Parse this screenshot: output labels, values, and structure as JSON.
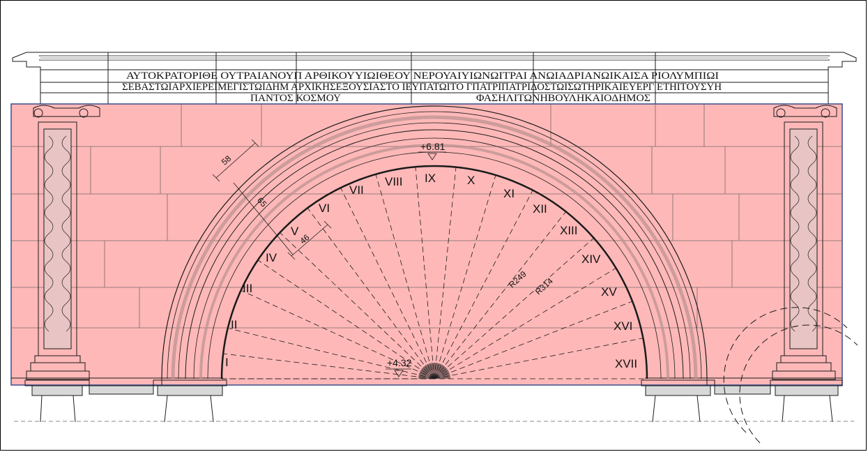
{
  "inscription": {
    "line1": "ΑΥΤΟΚΡΑΤΟΡΙΘΕ ΟΥΤΡΑΙΑΝΟΥΠ ΑΡΘΙΚΟΥΥΙΩΙΘΕΟΥ ΝΕΡΟΥΑΙΥΙΩΝΩΙΤΡΑΙ ΑΝΩΙΑΔΡΙΑΝΩΙΚΑΙΣΑ ΡΙΟΛΥΜΠΙΩΙ",
    "line2": "ΣΕΒΑΣΤΩΙΑΡΧΙΕΡΕΙΜΕΓΙΣΤΩΙΔΗΜ ΑΡΧΙΚΗΣΕΞΟΥΣΙΑΣΤΟ ΙΕΥΠΑΤΩΙΤΟ ΓΠΑΤΡΙΠΑΤΡΙΔΟΣΤΩΙΣΩΤΗΡΙΚΑΙΕΥΕΡΓ ΕΤΗΙΤΟΥΣΥΗ",
    "line3a": "ΠΑΝΤΟΣ ΚΟΣΜΟΥ",
    "line3b": "ΦΑΣΗΛΙΤΩΝΗΒΟΥΛΗΚΑΙΟΔΗΜΟΣ"
  },
  "hour_numerals": [
    "I",
    "II",
    "III",
    "IV",
    "V",
    "VI",
    "VII",
    "VIII",
    "IX",
    "X",
    "XI",
    "XII",
    "XIII",
    "XIV",
    "XV",
    "XVI",
    "XVII"
  ],
  "elevations": {
    "top": "+6.81",
    "base": "+4.32"
  },
  "dimensions": {
    "d58": "58",
    "d65": "65",
    "d46": "46",
    "r249": "R249",
    "r314": "R314"
  },
  "colors": {
    "highlight_fill": "#ffb8b8",
    "highlight_border": "#3a4d8f",
    "line": "#1a1a1a"
  }
}
